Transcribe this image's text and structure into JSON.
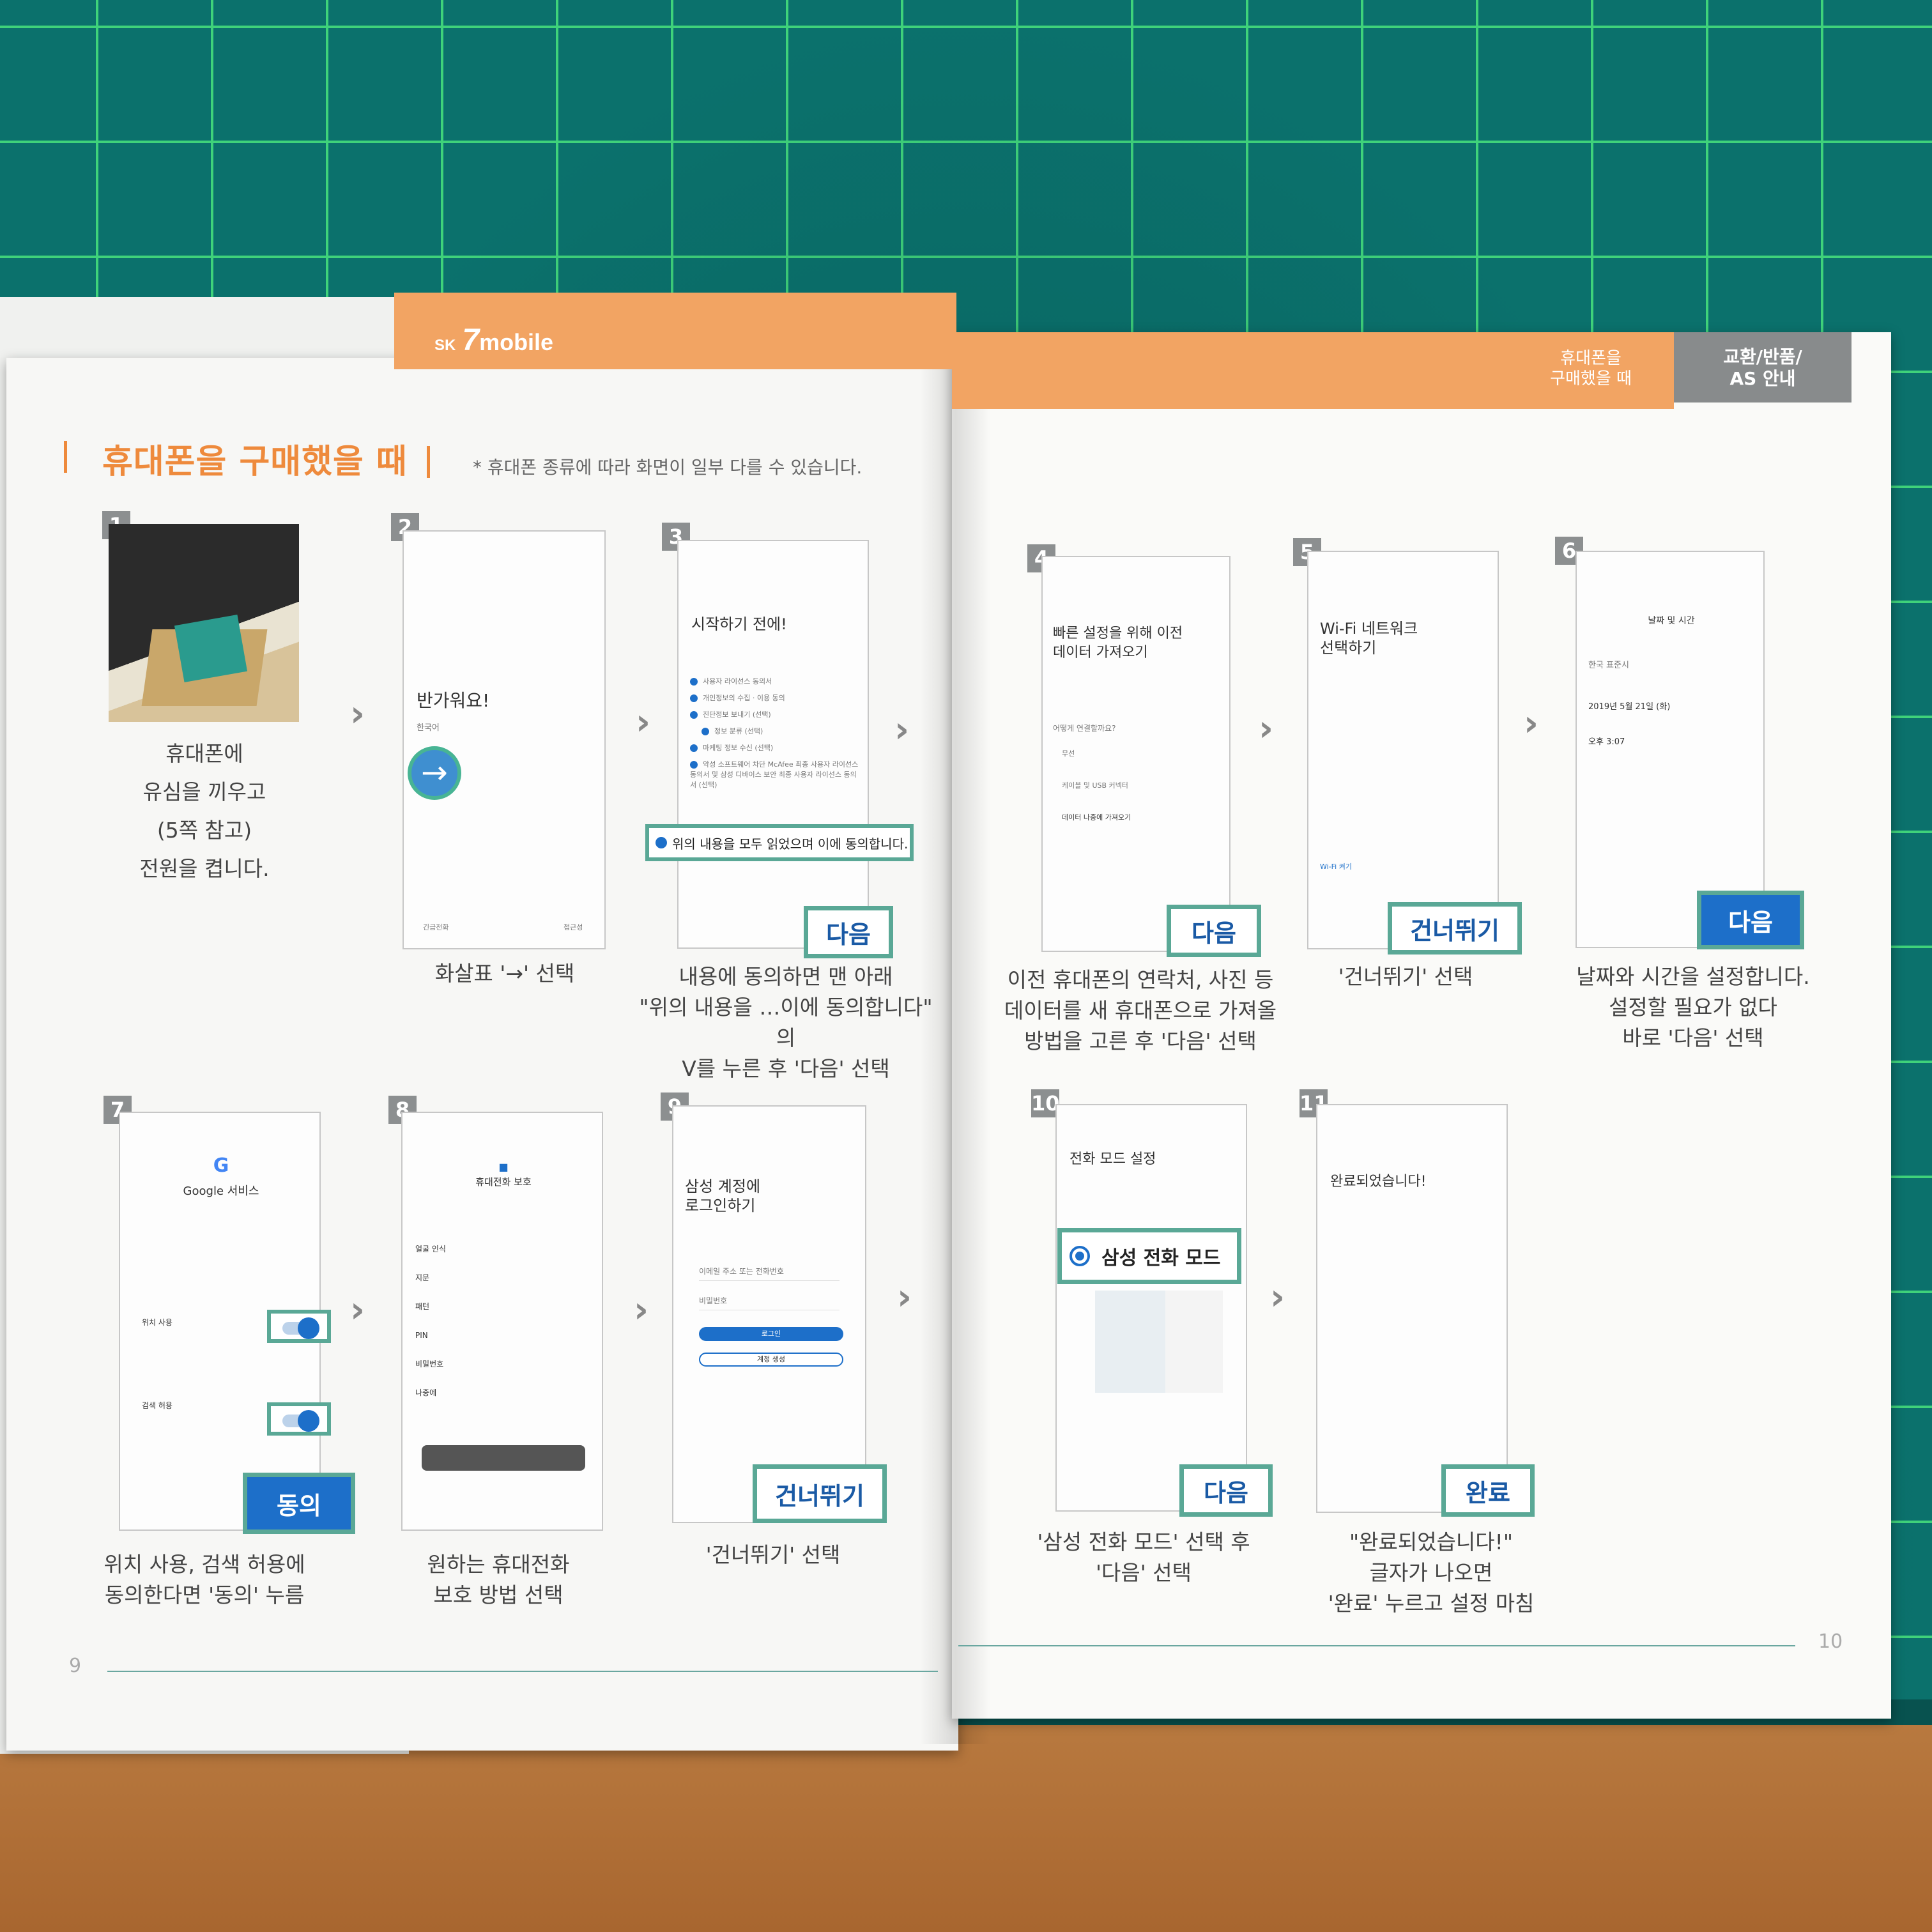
{
  "header": {
    "logo_sk": "SK",
    "logo_7": "7",
    "logo_mobile": "mobile",
    "tab_active": "휴대폰을\n구매했을 때",
    "tab_gray": "교환/반품/\nAS 안내"
  },
  "section": {
    "title": "휴대폰을 구매했을 때",
    "note": "* 휴대폰 종류에 따라 화면이 일부 다를 수 있습니다."
  },
  "steps": [
    {
      "num": "1",
      "caption": "휴대폰에\n유심을 끼우고\n(5쪽 참고)\n전원을 켭니다."
    },
    {
      "num": "2",
      "screen_title": "반가워요!",
      "screen_lang": "한국어",
      "screen_left": "긴급전화",
      "screen_right": "접근성",
      "caption": "화살표 '→' 선택"
    },
    {
      "num": "3",
      "screen_title": "시작하기 전에!",
      "items": [
        "사용자 라이선스 동의서",
        "개인정보의 수집 · 이용 동의",
        "진단정보 보내기 (선택)",
        "정보 분류 (선택)",
        "마케팅 정보 수신 (선택)",
        "악성 소프트웨어 차단 McAfee 최종 사용자 라이선스 동의서 및 삼성 디바이스 보안 최종 사용자 라이선스 동의서 (선택)"
      ],
      "agree": "위의 내용을 모두 읽었으며 이에 동의합니다.",
      "button": "다음",
      "caption": "내용에 동의하면 맨 아래\n\"위의 내용을 …이에 동의합니다\" 의\nV를 누른 후 '다음' 선택"
    },
    {
      "num": "4",
      "screen_title": "빠른 설정을 위해 이전\n데이터 가져오기",
      "q": "어떻게 연결할까요?",
      "opts": [
        "무선",
        "케이블 및 USB 커넥터",
        "데이터 나중에 가져오기"
      ],
      "button": "다음",
      "caption": "이전 휴대폰의 연락처, 사진 등\n데이터를 새 휴대폰으로 가져올\n방법을 고른 후 '다음' 선택"
    },
    {
      "num": "5",
      "screen_title": "Wi-Fi 네트워크\n선택하기",
      "wifi": "Wi-Fi 켜기",
      "button": "건너뛰기",
      "caption": "'건너뛰기' 선택"
    },
    {
      "num": "6",
      "screen_title": "날짜 및 시간",
      "tz": "한국 표준시",
      "date": "2019년 5월 21일 (화)",
      "time": "오후 3:07",
      "button": "다음",
      "caption": "날짜와 시간을 설정합니다.\n설정할 필요가 없다\n바로 '다음' 선택"
    },
    {
      "num": "7",
      "screen_title": "Google 서비스",
      "loc": "위치 사용",
      "search": "검색 허용",
      "button": "동의",
      "caption": "위치 사용, 검색 허용에\n동의한다면 '동의' 누름"
    },
    {
      "num": "8",
      "screen_title": "휴대전화 보호",
      "opts": [
        "얼굴 인식",
        "지문",
        "패턴",
        "PIN",
        "비밀번호",
        "나중에"
      ],
      "caption": "원하는 휴대전화\n보호 방법 선택"
    },
    {
      "num": "9",
      "screen_title": "삼성 계정에\n로그인하기",
      "email": "이메일 주소 또는 전화번호",
      "pw": "비밀번호",
      "login": "로그인",
      "create": "계정 생성",
      "button": "건너뛰기",
      "caption": "'건너뛰기' 선택"
    },
    {
      "num": "10",
      "screen_title": "전화 모드 설정",
      "mode": "삼성 전화 모드",
      "button": "다음",
      "caption": "'삼성 전화 모드' 선택 후\n'다음' 선택"
    },
    {
      "num": "11",
      "screen_title": "완료되었습니다!",
      "button": "완료",
      "caption": "\"완료되었습니다!\"\n글자가 나오면\n'완료' 누르고 설정 마침"
    }
  ],
  "pages": {
    "left": "9",
    "right": "10"
  },
  "colors": {
    "orange": "#f2a463",
    "teal": "#5aa896",
    "blue": "#1d6fc9"
  }
}
